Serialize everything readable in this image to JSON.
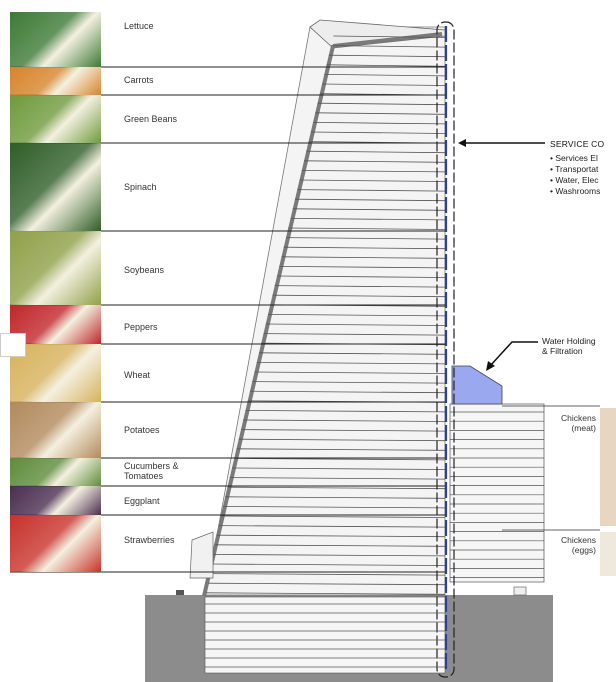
{
  "crops": [
    {
      "label": "Lettuce",
      "icon": "lettuce-photo",
      "color": "#3d7a35"
    },
    {
      "label": "Carrots",
      "icon": "carrots-photo",
      "color": "#d7842b"
    },
    {
      "label": "Green Beans",
      "icon": "green-beans-photo",
      "color": "#6f9a3c"
    },
    {
      "label": "Spinach",
      "icon": "spinach-photo",
      "color": "#2f5e28"
    },
    {
      "label": "Soybeans",
      "icon": "soybeans-photo",
      "color": "#8fa048"
    },
    {
      "label": "Peppers",
      "icon": "peppers-photo",
      "color": "#c0262a"
    },
    {
      "label": "Wheat",
      "icon": "wheat-photo",
      "color": "#d6b25c"
    },
    {
      "label": "Potatoes",
      "icon": "potatoes-photo",
      "color": "#b28a5c"
    },
    {
      "label": "Cucumbers &\nTomatoes",
      "icon": "cucumbers-tomatoes-photo",
      "color": "#5d8c3a"
    },
    {
      "label": "Eggplant",
      "icon": "eggplant-photo",
      "color": "#4a2e4f"
    },
    {
      "label": "Strawberries",
      "icon": "strawberries-photo",
      "color": "#c8322b"
    }
  ],
  "service_core": {
    "title": "SERVICE CO",
    "items": [
      "• Services El",
      "• Transportat",
      "• Water, Elec",
      "• Washrooms"
    ]
  },
  "water_holding": "Water Holding\n& Filtration",
  "chickens_meat": "Chickens\n(meat)",
  "chickens_eggs": "Chickens\n(eggs)",
  "colors": {
    "tower_fill": "#f4f4f4",
    "floor_lines": "#555555",
    "core_blue": "#2d3f9a",
    "water_tank": "#9aa8f0",
    "base": "#8a8a8a"
  }
}
